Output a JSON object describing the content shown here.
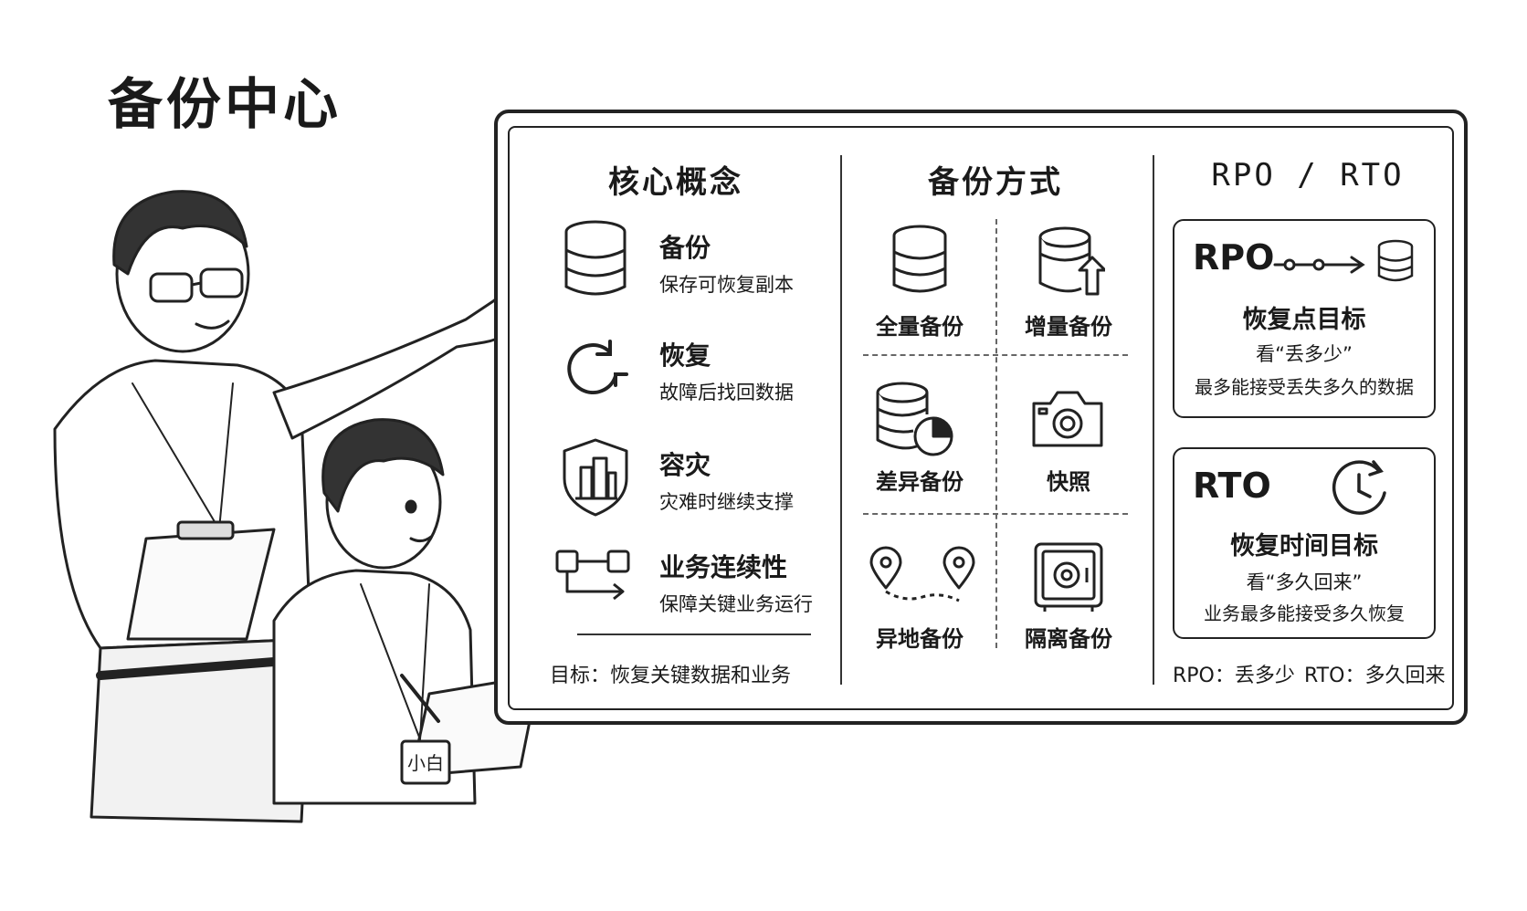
{
  "page": {
    "title": "备份中心"
  },
  "board": {
    "columns": {
      "concepts": {
        "title": "核心概念",
        "items": [
          {
            "name": "备份",
            "desc": "保存可恢复副本",
            "icon": "database-icon"
          },
          {
            "name": "恢复",
            "desc": "故障后找回数据",
            "icon": "refresh-icon"
          },
          {
            "name": "容灾",
            "desc": "灾难时继续支撑",
            "icon": "shield-building-icon"
          },
          {
            "name": "业务连续性",
            "desc": "保障关键业务运行",
            "icon": "flow-icon"
          }
        ],
        "goal": "目标：恢复关键数据和业务"
      },
      "methods": {
        "title": "备份方式",
        "items": [
          {
            "label": "全量备份",
            "icon": "database-icon"
          },
          {
            "label": "增量备份",
            "icon": "database-upload-icon"
          },
          {
            "label": "差异备份",
            "icon": "database-pie-icon"
          },
          {
            "label": "快照",
            "icon": "camera-icon"
          },
          {
            "label": "异地备份",
            "icon": "location-pins-icon"
          },
          {
            "label": "隔离备份",
            "icon": "safe-icon"
          }
        ]
      },
      "rpo_rto": {
        "title": "RPO / RTO",
        "rpo": {
          "code": "RPO",
          "title": "恢复点目标",
          "sub": "看“丢多少”",
          "desc": "最多能接受丢失多久的数据"
        },
        "rto": {
          "code": "RTO",
          "title": "恢复时间目标",
          "sub": "看“多久回来”",
          "desc": "业务最多能接受多久恢复"
        },
        "summary_rpo": "RPO：丢多少",
        "summary_rto": "RTO：多久回来"
      }
    }
  },
  "people": {
    "badge": "小白"
  }
}
